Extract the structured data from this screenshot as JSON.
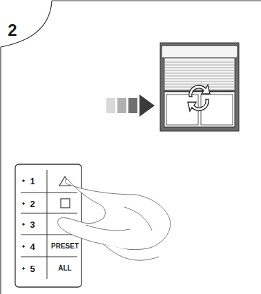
{
  "diagram": {
    "labels": [
      "2",
      "1",
      "2",
      "3",
      "4",
      "5",
      "PRESET",
      "ALL"
    ]
  }
}
